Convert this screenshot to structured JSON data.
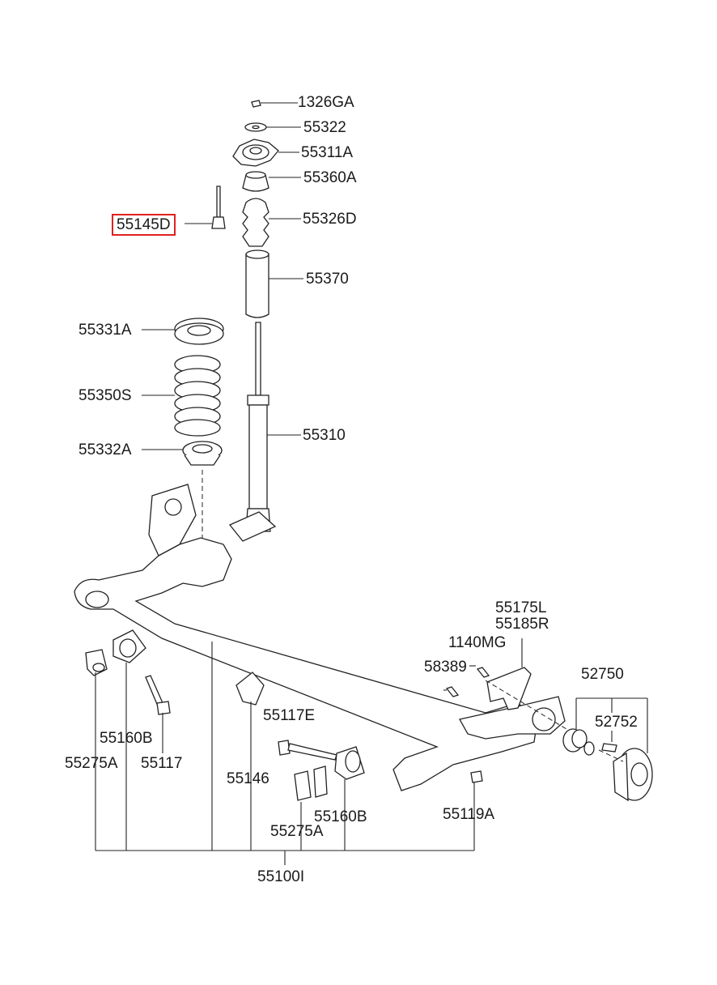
{
  "highlight_color": "#e02020",
  "labels": {
    "p1326GA": "1326GA",
    "p55322": "55322",
    "p55311A": "55311A",
    "p55360A": "55360A",
    "p55145D": "55145D",
    "p55326D": "55326D",
    "p55370": "55370",
    "p55331A": "55331A",
    "p55350S": "55350S",
    "p55310": "55310",
    "p55332A": "55332A",
    "p55175L": "55175L",
    "p55185R": "55185R",
    "p1140MG": "1140MG",
    "p52750": "52750",
    "p58389": "58389",
    "p52752": "52752",
    "p55117E": "55117E",
    "p55160B_left": "55160B",
    "p55117": "55117",
    "p55275A_left": "55275A",
    "p55146": "55146",
    "p55160B_right": "55160B",
    "p55275A_right": "55275A",
    "p55119A": "55119A",
    "p55100I": "55100I"
  }
}
